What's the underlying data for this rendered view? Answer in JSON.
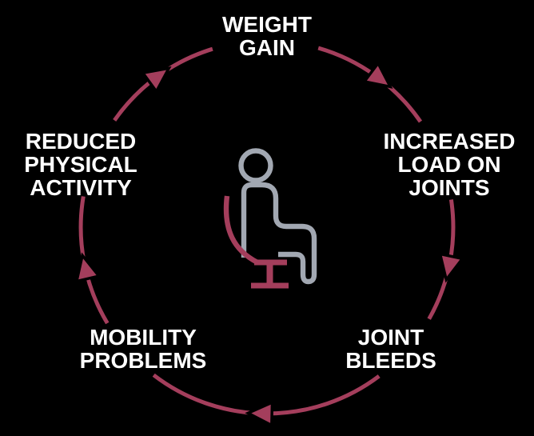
{
  "diagram": {
    "type": "cycle",
    "direction": "clockwise",
    "center_icon": "person-sitting-on-chair",
    "stages": [
      {
        "id": "weight-gain",
        "lines": [
          "WEIGHT",
          "GAIN"
        ]
      },
      {
        "id": "increased-load-on-joints",
        "lines": [
          "INCREASED",
          "LOAD ON",
          "JOINTS"
        ]
      },
      {
        "id": "joint-bleeds",
        "lines": [
          "JOINT",
          "BLEEDS"
        ]
      },
      {
        "id": "mobility-problems",
        "lines": [
          "MOBILITY",
          "PROBLEMS"
        ]
      },
      {
        "id": "reduced-physical-activity",
        "lines": [
          "REDUCED",
          "PHYSICAL",
          "ACTIVITY"
        ]
      }
    ]
  },
  "colors": {
    "background": "#000000",
    "arrow": "#A43E5C",
    "person": "#A2A8B2",
    "chair": "#A43E5C",
    "label": "#FFFFFF"
  }
}
